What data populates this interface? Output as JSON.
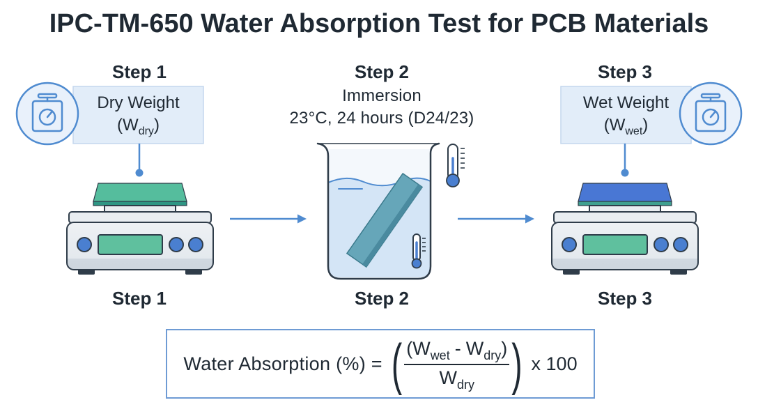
{
  "title": "IPC-TM-650 Water Absorption Test for PCB Materials",
  "step1": {
    "heading": "Step 1",
    "box": {
      "label": "Dry Weight",
      "open": "(",
      "symbol": "W",
      "sub": "dry",
      "close": ")"
    },
    "icon": "scale-icon",
    "caption": "Step 1"
  },
  "step2": {
    "heading": "Step 2",
    "line1": "Immersion",
    "line2": "23°C, 24 hours (D24/23)",
    "icon": "thermometer-icon",
    "caption": "Step 2"
  },
  "step3": {
    "heading": "Step 3",
    "box": {
      "label": "Wet Weight",
      "open": "(",
      "symbol": "W",
      "sub": "wet",
      "close": ")"
    },
    "icon": "scale-icon",
    "caption": "Step 3"
  },
  "formula": {
    "lhs": "Water Absorption (%) =",
    "paren_open": "(",
    "numerator": {
      "open": "(",
      "symbol1": "W",
      "sub1": "wet",
      "operator": "-",
      "symbol2": "W",
      "sub2": "dry",
      "close": ")"
    },
    "denominator": {
      "symbol": "W",
      "sub": "dry"
    },
    "paren_close": ")",
    "rhs": "x 100"
  },
  "colors": {
    "accent": "#4f8bd0",
    "box_fill": "#e2edf9",
    "box_border": "#c4d7ee",
    "icon_fill": "#e9f1fb",
    "water": "#d4e5f6",
    "board": "#66a6b9",
    "board_edge": "#4a8a9f",
    "dry_pad": "#55bd9d",
    "dry_pad_edge": "#2e9684",
    "wet_pad": "#4977d4",
    "wet_pad_edge": "#3fa08f",
    "display": "#5fc09e",
    "button": "#4a7fd0",
    "outline": "#2f3c49",
    "text": "#1f2933"
  }
}
